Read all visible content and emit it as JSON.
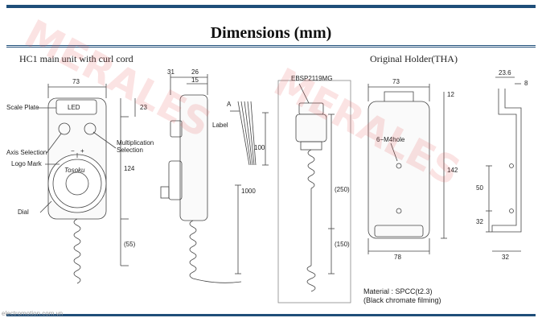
{
  "header": {
    "title": "Dimensions (mm)"
  },
  "sections": {
    "main_unit": "HC1 main unit with curl cord",
    "holder": "Original Holder(THA)"
  },
  "labels": {
    "scale_plate": "Scale Plate",
    "axis_selection": "Axis Selection",
    "logo_mark": "Logo Mark",
    "dial": "Dial",
    "multiplication": "Multiplication",
    "selection": "Selection",
    "label": "Label",
    "connector": "EBSP2119MG",
    "hole": "6−M4hole",
    "led": "LED",
    "arrow_a": "A",
    "brand": "Tosoku",
    "minus": "−",
    "plus": "+"
  },
  "dims": {
    "d73a": "73",
    "d23": "23",
    "d124": "124",
    "d55": "(55)",
    "d31": "31",
    "d26": "26",
    "d15": "15",
    "d100": "100",
    "d1000": "1000",
    "d250": "(250)",
    "d150": "(150)",
    "d73b": "73",
    "d12": "12",
    "d142": "142",
    "d50": "50",
    "d32a": "32",
    "d78": "78",
    "d23_6": "23.6",
    "d8": "8",
    "d32b": "32"
  },
  "material": {
    "line1": "Material : SPCC(t2.3)",
    "line2": "(Black chromate filming)"
  },
  "watermark": "MERALES",
  "footer": "electromotion.com.vn"
}
